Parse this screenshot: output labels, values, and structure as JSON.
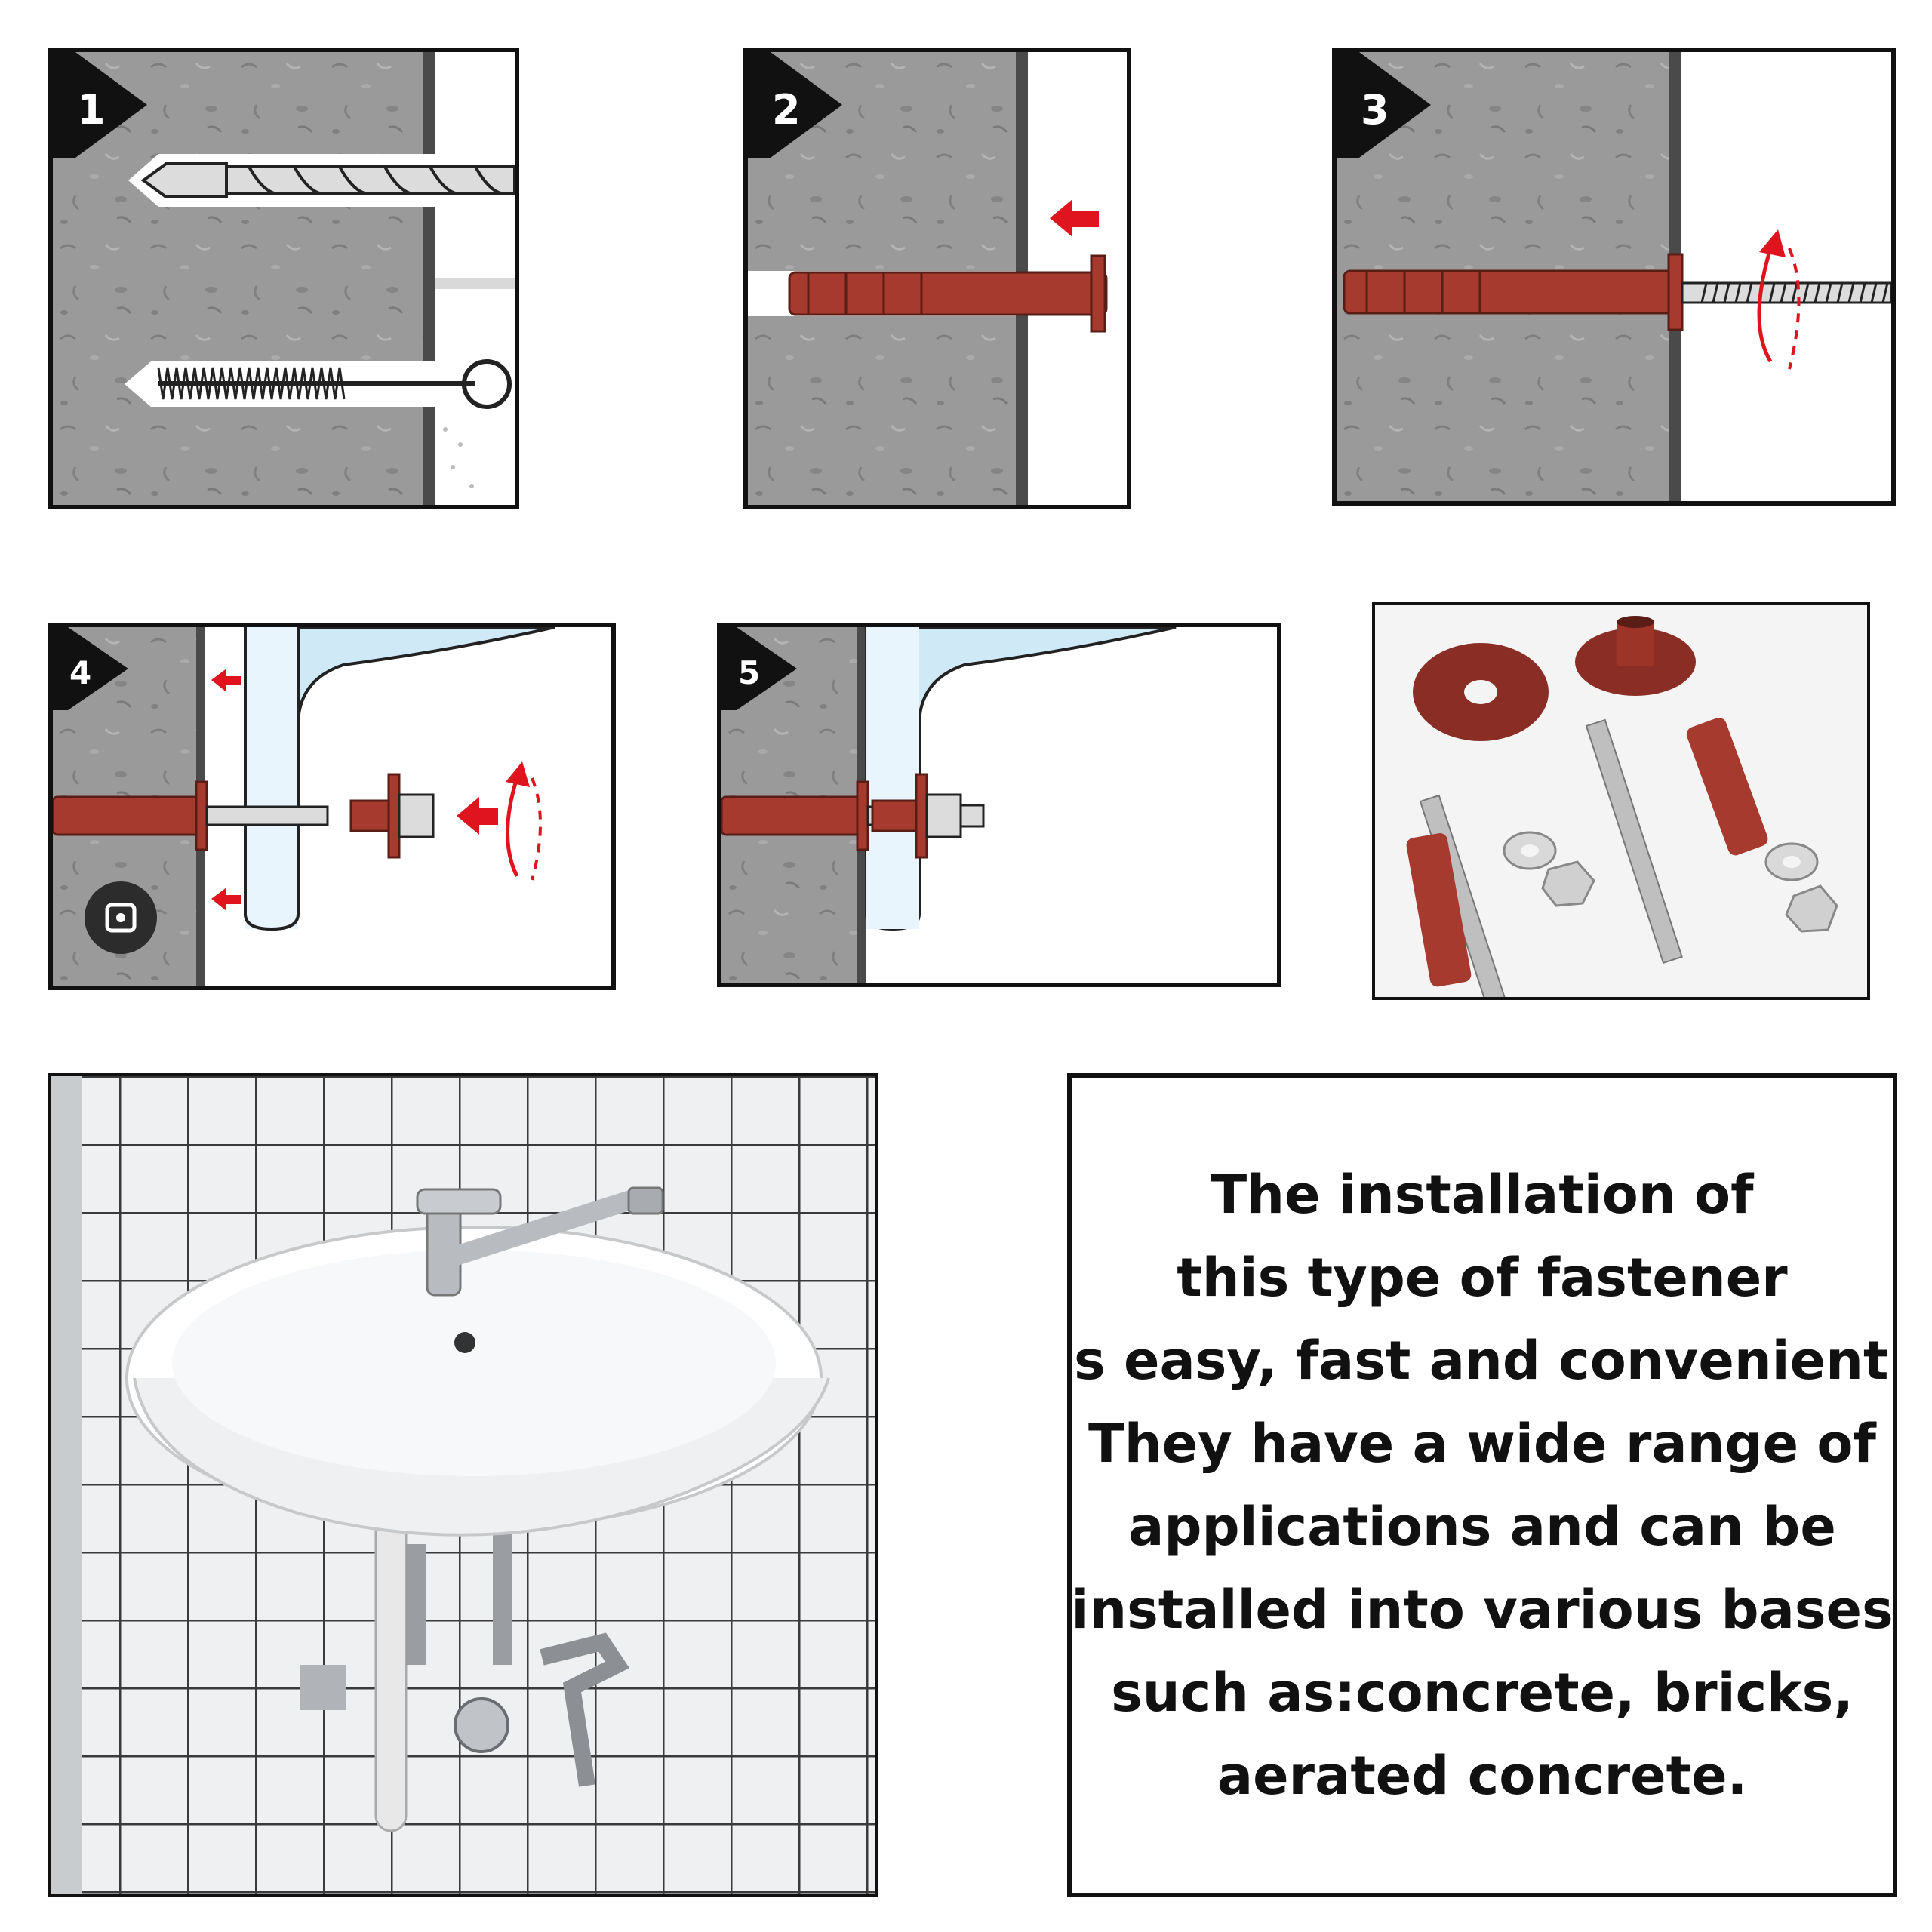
{
  "steps": [
    {
      "number": "1"
    },
    {
      "number": "2"
    },
    {
      "number": "3"
    },
    {
      "number": "4"
    },
    {
      "number": "5"
    }
  ],
  "colors": {
    "concrete": "#9a9a9a",
    "plug": "#a63a2e",
    "arrow": "#e0141e",
    "basin": "#cfe9f7"
  },
  "icons": [
    "drill-bit-icon",
    "brush-icon",
    "arrow-left-icon",
    "rotate-arrow-icon",
    "lens-icon"
  ],
  "description": {
    "lines": [
      "The installation of",
      "this type of fastener",
      "is easy, fast and convenient.",
      "They have a wide range of",
      "applications and can be",
      "installed into various bases",
      "such as:concrete, bricks,",
      "aerated concrete."
    ]
  }
}
